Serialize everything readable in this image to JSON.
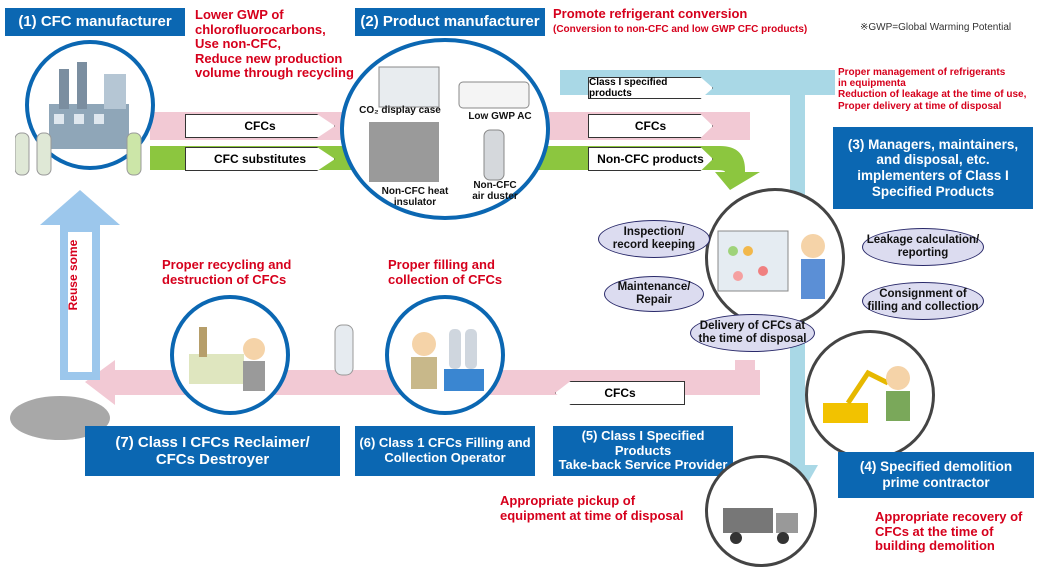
{
  "note": "※GWP=Global Warming Potential",
  "actors": {
    "cfc_manufacturer": "(1) CFC manufacturer",
    "product_manufacturer": "(2) Product manufacturer",
    "managers": "(3) Managers, maintainers,\nand disposal, etc.\nimplementers of Class I\nSpecified Products",
    "demolition": "(4) Specified demolition\nprime contractor",
    "takeback": "(5) Class I Specified Products\nTake-back Service Provider",
    "filling": "(6) Class 1 CFCs Filling and\nCollection Operator",
    "reclaimer": "(7) Class I CFCs Reclaimer/\nCFCs Destroyer"
  },
  "red_notes": {
    "gwp": "Lower GWP of\nchlorofluorocarbons,\nUse non-CFC,\nReduce new production\nvolume through recycling",
    "promote": "Promote refrigerant conversion",
    "promote_sub": "(Conversion to non-CFC and low GWP CFC products)",
    "management": "Proper management of refrigerants\nin equipmenta\nReduction of leakage at the time of use,\nProper delivery at time of disposal",
    "recycling": "Proper recycling and\ndestruction of CFCs",
    "filling": "Proper filling and\ncollection of CFCs",
    "pickup": "Appropriate pickup of\nequipment at time of disposal",
    "recovery": "Appropriate recovery of\nCFCs at the time of\nbuilding demolition"
  },
  "arrows": {
    "cfcs_1": "CFCs",
    "cfc_substitutes": "CFC substitutes",
    "class1_products": "Class I specified products",
    "cfcs_2": "CFCs",
    "non_cfc_products": "Non-CFC products",
    "cfcs_return": "CFCs",
    "reuse": "Reuse some"
  },
  "products": {
    "display_case": "CO₂ display case",
    "low_gwp_ac": "Low GWP AC",
    "heat_insulator": "Non-CFC heat\ninsulator",
    "air_duster": "Non-CFC\nair duster"
  },
  "tasks": {
    "inspection": "Inspection/\nrecord keeping",
    "maintenance": "Maintenance/\nRepair",
    "delivery": "Delivery of CFCs at\nthe time of disposal",
    "leakage": "Leakage calculation/\nreporting",
    "consignment": "Consignment of\nfilling and collection"
  },
  "colors": {
    "blue": "#0b67b2",
    "red": "#d6001c",
    "pink_band": "#f2c9d4",
    "green_band": "#8cc63f",
    "light_blue_band": "#a9d8e6"
  }
}
